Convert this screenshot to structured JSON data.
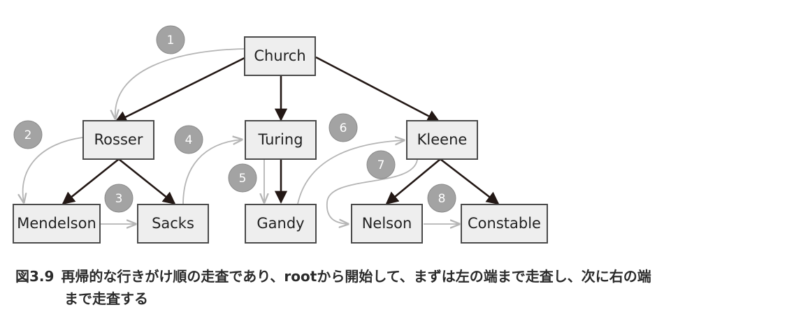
{
  "nodes": {
    "church": "Church",
    "rosser": "Rosser",
    "turing": "Turing",
    "kleene": "Kleene",
    "mendelson": "Mendelson",
    "sacks": "Sacks",
    "gandy": "Gandy",
    "nelson": "Nelson",
    "constable": "Constable"
  },
  "steps": [
    "1",
    "2",
    "3",
    "4",
    "5",
    "6",
    "7",
    "8"
  ],
  "caption": {
    "number": "図3.9",
    "line1": "再帰的な行きがけ順の走査であり、rootから開始して、まずは左の端まで走査し、次に右の端",
    "line2": "まで走査する"
  },
  "colors": {
    "node_fill": "#eeeeee",
    "tree_edge": "#231815",
    "traversal_arrow": "#b5b5b5",
    "step_badge": "#a3a3a3"
  }
}
